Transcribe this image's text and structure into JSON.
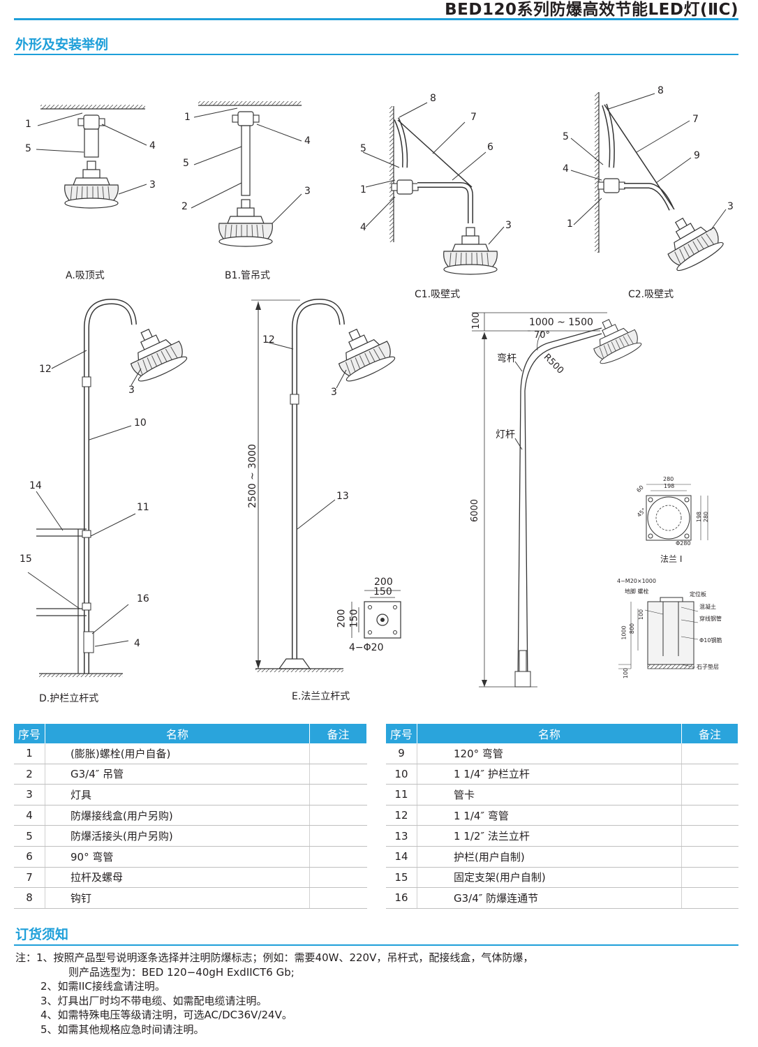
{
  "header": {
    "title": "BED120系列防爆高效节能LED灯(ⅡC)"
  },
  "section1": {
    "title": "外形及安装举例"
  },
  "figures": {
    "A": "A.吸顶式",
    "B1": "B1.管吊式",
    "C1": "C1.吸壁式",
    "C2": "C2.吸壁式",
    "D": "D.护栏立杆式",
    "E": "E.法兰立杆式",
    "flange": "法兰 I"
  },
  "dims": {
    "e_height": "2500 ~ 3000",
    "plate_200_top": "200",
    "plate_150_top": "150",
    "plate_200_side": "200",
    "plate_150_side": "150",
    "plate_holes": "4−Φ20",
    "pole_top": "100",
    "pole_height": "6000",
    "arm_length": "1000 ~ 1500",
    "arm_angle": "70°",
    "arm_radius": "R500",
    "arm_label": "弯杆",
    "pole_label": "灯杆",
    "f_280": "280",
    "f_198": "198",
    "f_198v": "198",
    "f_280v": "280",
    "f_60": "60",
    "f_45": "45°",
    "f_phi280": "Φ280",
    "fd_bolts": "4−M20×1000",
    "fd_anchor": "地脚 螺栓",
    "fd_plate": "定位板",
    "fd_concrete": "混凝土",
    "fd_conduit": "穿线钢管",
    "fd_rebar": "Φ10钢筋",
    "fd_gravel": "石子垫层",
    "fd_1000": "1000",
    "fd_800": "800",
    "fd_100a": "100",
    "fd_100b": "100"
  },
  "parts_table": {
    "headers": [
      "序号",
      "名称",
      "备注"
    ],
    "left": [
      {
        "no": "1",
        "name": "(膨胀)螺栓(用户自备)",
        "note": ""
      },
      {
        "no": "2",
        "name": "G3/4″  吊管",
        "note": ""
      },
      {
        "no": "3",
        "name": "灯具",
        "note": ""
      },
      {
        "no": "4",
        "name": "防爆接线盒(用户另购)",
        "note": ""
      },
      {
        "no": "5",
        "name": "防爆活接头(用户另购)",
        "note": ""
      },
      {
        "no": "6",
        "name": "90°  弯管",
        "note": ""
      },
      {
        "no": "7",
        "name": "拉杆及螺母",
        "note": ""
      },
      {
        "no": "8",
        "name": "钩钉",
        "note": ""
      }
    ],
    "right": [
      {
        "no": "9",
        "name": "120°  弯管",
        "note": ""
      },
      {
        "no": "10",
        "name": "1 1/4″  护栏立杆",
        "note": ""
      },
      {
        "no": "11",
        "name": "管卡",
        "note": ""
      },
      {
        "no": "12",
        "name": "1 1/4″  弯管",
        "note": ""
      },
      {
        "no": "13",
        "name": "1 1/2″  法兰立杆",
        "note": ""
      },
      {
        "no": "14",
        "name": "护栏(用户自制)",
        "note": ""
      },
      {
        "no": "15",
        "name": "固定支架(用户自制)",
        "note": ""
      },
      {
        "no": "16",
        "name": "G3/4″  防爆连通节",
        "note": ""
      }
    ]
  },
  "section2": {
    "title": "订货须知"
  },
  "notes": [
    "注：1、按照产品型号说明逐条选择并注明防爆标志；例如：需要40W、220V，吊杆式，配接线盒，气体防爆，",
    "则产品选型为：BED 120−40gH ExdIICT6 Gb;",
    "2、如需IIC接线盒请注明。",
    "3、灯具出厂时均不带电缆、如需配电缆请注明。",
    "4、如需特殊电压等级请注明，可选AC/DC36V/24V。",
    "5、如需其他规格应急时间请注明。"
  ]
}
